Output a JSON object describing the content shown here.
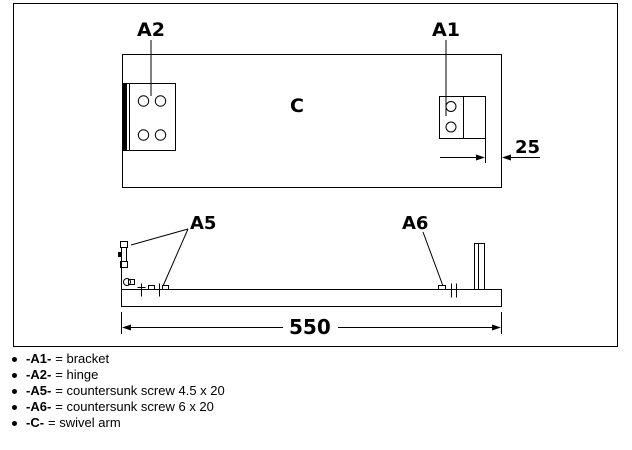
{
  "labels": {
    "a2": "A2",
    "a1": "A1",
    "c": "C",
    "a5": "A5",
    "a6": "A6",
    "dim_25": "25",
    "dim_550": "550"
  },
  "legend": [
    {
      "code": "-A1-",
      "text": "= bracket"
    },
    {
      "code": "-A2-",
      "text": "= hinge"
    },
    {
      "code": "-A5-",
      "text": "= countersunk screw 4.5 x 20"
    },
    {
      "code": "-A6-",
      "text": "= countersunk screw 6 x 20"
    },
    {
      "code": "-C-",
      "text": "= swivel arm"
    }
  ]
}
